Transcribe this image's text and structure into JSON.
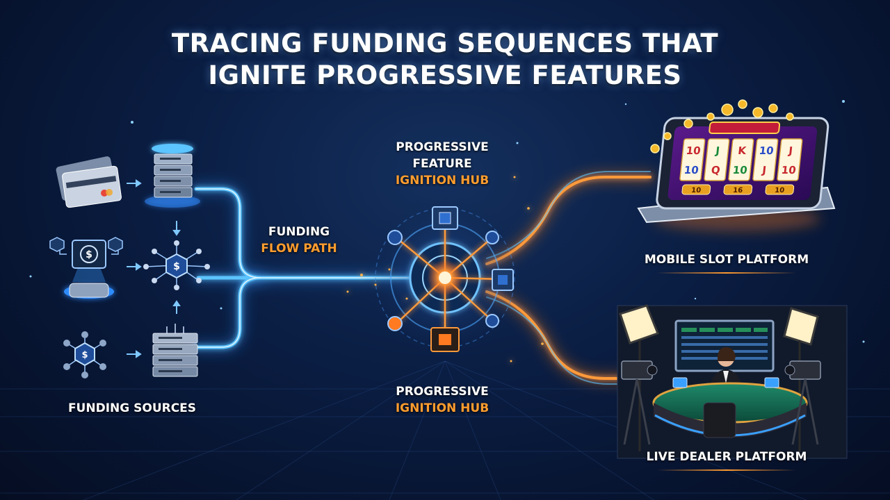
{
  "title": {
    "line1": "TRACING FUNDING SEQUENCES THAT",
    "line2": "IGNITE PROGRESSIVE FEATURES"
  },
  "labels": {
    "funding_sources": "FUNDING SOURCES",
    "funding_flow": {
      "line1": "FUNDING",
      "line2": "FLOW PATH"
    },
    "hub_top": {
      "line1": "PROGRESSIVE",
      "line2": "FEATURE",
      "line3": "IGNITION HUB"
    },
    "hub_bottom": {
      "line1": "PROGRESSIVE",
      "line2": "IGNITION HUB"
    },
    "mobile_platform": "MOBILE SLOT PLATFORM",
    "live_dealer_platform": "LIVE DEALER PLATFORM"
  },
  "icons": {
    "dollar": "$",
    "slot_reel_symbols": [
      "10",
      "J",
      "K",
      "10",
      "J",
      "10",
      "Q",
      "10",
      "J",
      "10"
    ],
    "slot_buttons": [
      "10",
      "16",
      "10"
    ]
  },
  "colors": {
    "background": "#0a1d42",
    "flow_blue": "#4fb6ff",
    "flow_orange": "#ff8a2a",
    "label_accent": "#ff9d2e",
    "text": "#ffffff"
  }
}
